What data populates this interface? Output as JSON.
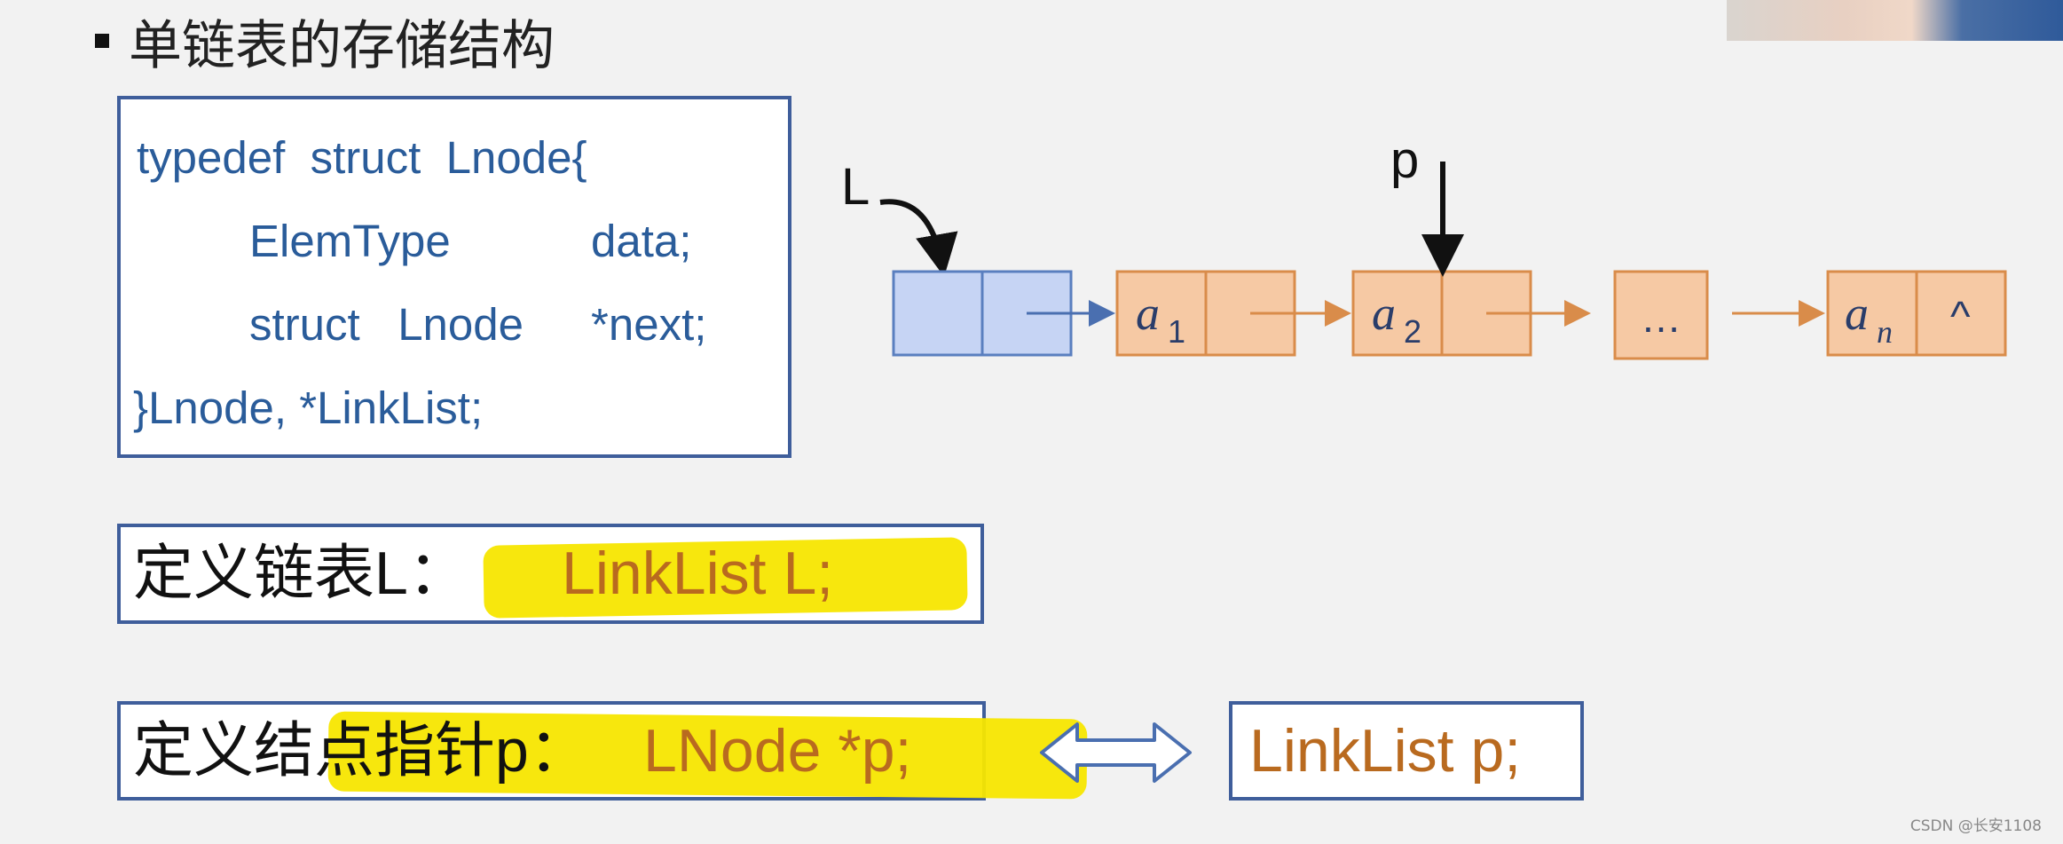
{
  "title": "单链表的存储结构",
  "code": {
    "line1": "typedef  struct  Lnode{",
    "line2_type": "ElemType",
    "line2_field": "data;",
    "line3_type": "struct   Lnode",
    "line3_field": "*next;",
    "line4": "}Lnode, *LinkList;"
  },
  "diagram": {
    "head_label": "L",
    "pointer_label": "p",
    "node1_main": "a",
    "node1_sub": "1",
    "node2_main": "a",
    "node2_sub": "2",
    "ellipsis": "…",
    "node_last_main": "a",
    "node_last_sub": "n",
    "null_symbol": "^",
    "colors": {
      "head_fill": "#c6d4f4",
      "node_fill": "#f6c9a4",
      "node_stroke": "#d98c4a",
      "head_stroke": "#5a7fbf"
    }
  },
  "def_list": {
    "label": "定义链表L：",
    "code": "LinkList L;"
  },
  "def_node": {
    "label": "定义结点指针p：",
    "code": "LNode *p;",
    "equivalent": "LinkList p;"
  },
  "watermark": "CSDN @长安1108"
}
